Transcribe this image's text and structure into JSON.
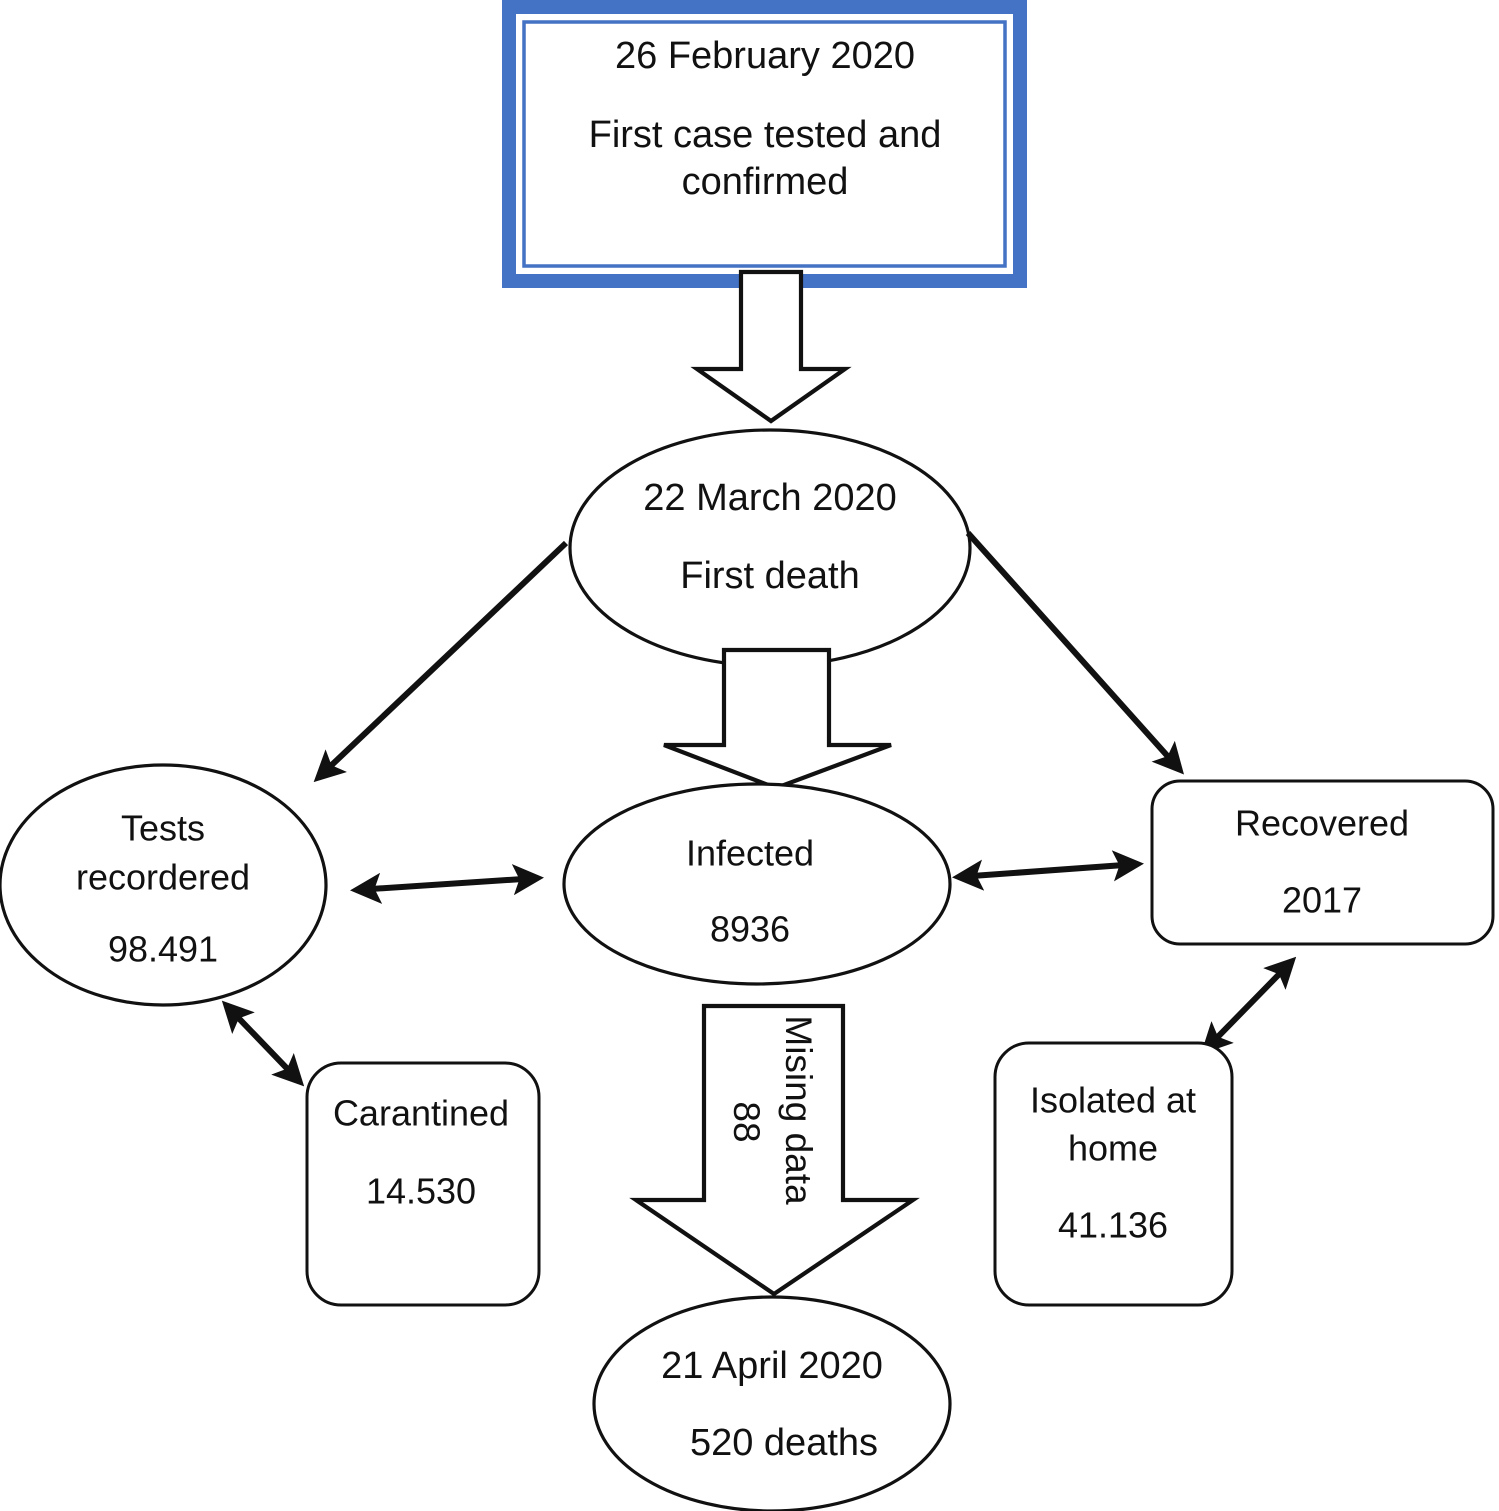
{
  "diagram": {
    "title_node": {
      "name": "first-case-banner",
      "line1": "26 February 2020",
      "line2": "First case tested and",
      "line3": "confirmed",
      "border_color": "#4472C4"
    },
    "nodes": [
      {
        "id": "first-death",
        "shape": "ellipse",
        "line1": "22 March 2020",
        "line2": "First death"
      },
      {
        "id": "tests-recordered",
        "shape": "ellipse",
        "line1": "Tests",
        "line2": "recordered",
        "value": "98.491"
      },
      {
        "id": "infected",
        "shape": "ellipse",
        "line1": "Infected",
        "value": "8936"
      },
      {
        "id": "recovered",
        "shape": "rounded-rect",
        "line1": "Recovered",
        "value": "2017"
      },
      {
        "id": "carantined",
        "shape": "rounded-rect",
        "line1": "Carantined",
        "value": "14.530"
      },
      {
        "id": "isolated-at-home",
        "shape": "rounded-rect",
        "line1": "Isolated at",
        "line2": "home",
        "value": "41.136"
      },
      {
        "id": "deaths",
        "shape": "ellipse",
        "line1": "21 April 2020",
        "line2": "520 deaths"
      }
    ],
    "block_arrows": [
      {
        "id": "banner-to-first-death",
        "label": "",
        "value": ""
      },
      {
        "id": "first-death-to-infected",
        "label": "",
        "value": ""
      },
      {
        "id": "infected-to-deaths",
        "label": "Mising data",
        "value": "88"
      }
    ],
    "connectors": [
      {
        "id": "first-death-to-tests",
        "type": "single-arrow"
      },
      {
        "id": "first-death-to-recovered",
        "type": "single-arrow"
      },
      {
        "id": "tests-to-infected",
        "type": "double-arrow"
      },
      {
        "id": "infected-to-recovered",
        "type": "double-arrow"
      },
      {
        "id": "tests-to-carantined",
        "type": "double-arrow"
      },
      {
        "id": "recovered-to-isolated",
        "type": "double-arrow"
      }
    ]
  },
  "chart_data": {
    "type": "diagram",
    "title": "COVID-19 case flow timeline",
    "nodes": [
      {
        "label": "26 February 2020 — First case tested and confirmed",
        "value": null
      },
      {
        "label": "22 March 2020 — First death",
        "value": null
      },
      {
        "label": "Tests recordered",
        "value": "98.491"
      },
      {
        "label": "Infected",
        "value": "8936"
      },
      {
        "label": "Recovered",
        "value": "2017"
      },
      {
        "label": "Carantined",
        "value": "14.530"
      },
      {
        "label": "Isolated at home",
        "value": "41.136"
      },
      {
        "label": "21 April 2020 — 520 deaths",
        "value": "520"
      },
      {
        "label": "Mising data",
        "value": "88"
      }
    ],
    "edges": [
      {
        "from": "26 February 2020",
        "to": "22 March 2020",
        "style": "block-arrow"
      },
      {
        "from": "22 March 2020",
        "to": "Tests recordered",
        "style": "arrow"
      },
      {
        "from": "22 March 2020",
        "to": "Infected",
        "style": "block-arrow"
      },
      {
        "from": "22 March 2020",
        "to": "Recovered",
        "style": "arrow"
      },
      {
        "from": "Tests recordered",
        "to": "Infected",
        "style": "double-arrow"
      },
      {
        "from": "Infected",
        "to": "Recovered",
        "style": "double-arrow"
      },
      {
        "from": "Tests recordered",
        "to": "Carantined",
        "style": "double-arrow"
      },
      {
        "from": "Recovered",
        "to": "Isolated at home",
        "style": "double-arrow"
      },
      {
        "from": "Infected",
        "to": "21 April 2020",
        "style": "block-arrow",
        "label": "Mising data 88"
      }
    ]
  }
}
